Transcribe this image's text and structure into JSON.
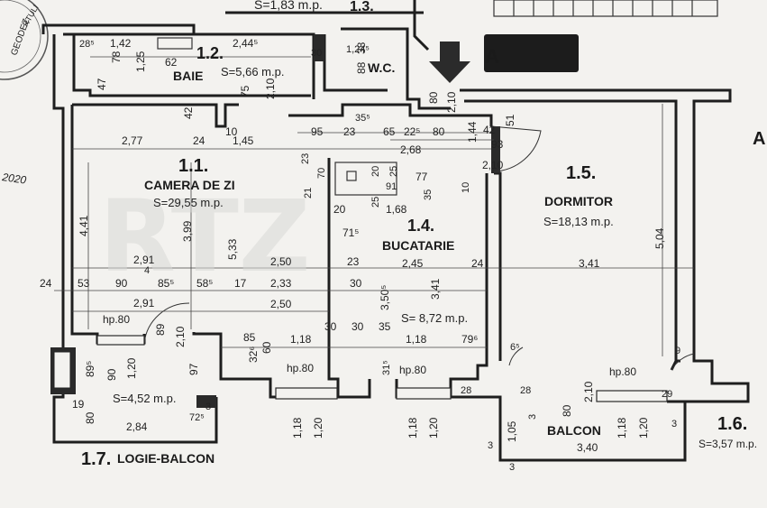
{
  "top": {
    "label_s": "S=1,83 m.p.",
    "label_13": "1.3."
  },
  "stamp": {
    "text_a": "GEODEZ",
    "text_b": "RTULI"
  },
  "watermark": "RTZ",
  "rooms": {
    "camera": {
      "id": "1.1.",
      "name": "CAMERA DE ZI",
      "area": "S=29,55 m.p."
    },
    "baie": {
      "id": "1.2.",
      "name": "BAIE",
      "area": "S=5,66 m.p."
    },
    "wc": {
      "name": "W.C."
    },
    "bucatarie": {
      "id": "1.4.",
      "name": "BUCATARIE",
      "area": "S= 8,72 m.p."
    },
    "dormitor": {
      "id": "1.5.",
      "name": "DORMITOR",
      "area": "S=18,13 m.p."
    },
    "balcon": {
      "id": "1.6.",
      "name": "BALCON",
      "area": "S=3,57 m.p."
    },
    "logie": {
      "id": "1.7.",
      "name": "LOGIE-BALCON",
      "area": "S=4,52 m.p."
    }
  },
  "side": {
    "left_label": "2020",
    "right_label": "A"
  },
  "dims": {
    "d28": "28⁵",
    "d142": "1,42",
    "d78": "78",
    "d125": "1,25",
    "d62": "62",
    "d244": "2,44⁵",
    "d47": "47",
    "d75": "75",
    "d210a": "2,10",
    "d38": "38",
    "d124": "1,24⁵",
    "d88": "88",
    "d30top": "30",
    "d80a": "80",
    "d210b": "2,10",
    "d42": "42",
    "d10": "10",
    "d24a": "24",
    "d35": "35⁵",
    "d277": "2,77",
    "d145": "1,45",
    "d95": "95",
    "d23a": "23",
    "d65": "65",
    "d225": "22⁵",
    "d80b": "80",
    "d144": "1,44",
    "d42b": "42",
    "d51": "51",
    "d268": "2,68",
    "d93": "93",
    "d210c": "2,10",
    "d23b": "23",
    "d70": "70",
    "d20a": "20",
    "d25a": "25",
    "d91": "91",
    "d77": "77",
    "d21": "21",
    "d35b": "35",
    "d10b": "10",
    "d441": "4,41",
    "d20b": "20",
    "d25b": "25",
    "d168": "1,68",
    "d399": "3,99",
    "d533": "5,33",
    "d715": "71⁵",
    "d504": "5,04",
    "d291a": "2,91",
    "d4": "4",
    "d250a": "2,50",
    "d23c": "23",
    "d245": "2,45",
    "d24b": "24",
    "d341a": "3,41",
    "d24c": "24",
    "d53": "53",
    "d90a": "90",
    "d855": "85⁵",
    "d585": "58⁵",
    "d17": "17",
    "d233": "2,33",
    "d30a": "30",
    "d350": "3,50⁵",
    "d341b": "3,41",
    "d291b": "2,91",
    "d250b": "2,50",
    "d89": "89",
    "d210d": "2,10",
    "d85": "85",
    "d118a": "1,18",
    "d30b": "30",
    "d30c": "30",
    "d35c": "35",
    "d118b": "1,18",
    "d79": "79⁶",
    "d65b": "6⁵",
    "d9": "9",
    "d326": "32⁶",
    "d60": "60",
    "d895": "89⁵",
    "d90b": "90",
    "d120a": "1,20",
    "d97": "97",
    "d315": "31⁵",
    "d28b": "28",
    "d28c": "28",
    "d80c": "80",
    "d210e": "2,10",
    "d29": "29",
    "d19": "19",
    "d80d": "80",
    "d72": "72⁵",
    "d3a": "3",
    "d284": "2,84",
    "d118c": "1,18",
    "d120b": "1,20",
    "d118d": "1,18",
    "d120c": "1,20",
    "d105": "1,05",
    "d3b": "3",
    "d118e": "1,18",
    "d120d": "1,20",
    "d3c": "3",
    "d340": "3,40",
    "d3d": "3",
    "d3e": "3"
  },
  "openings": {
    "hp1": "hp.80",
    "hp2": "hp.80",
    "hp3": "hp.80",
    "hp4": "hp.80"
  }
}
